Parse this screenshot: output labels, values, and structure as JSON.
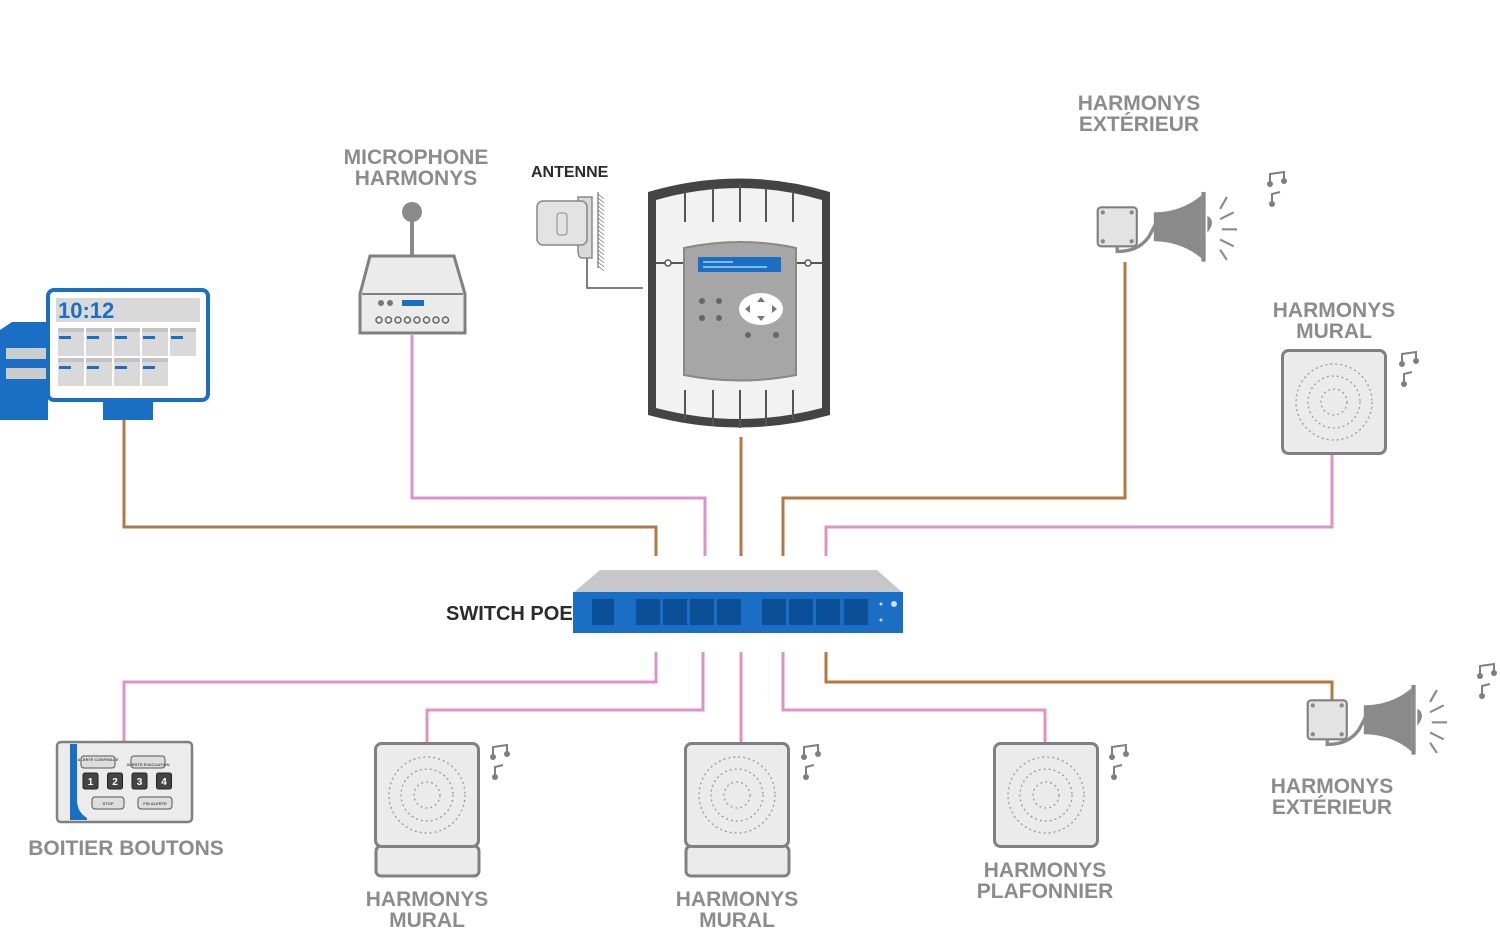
{
  "colors": {
    "ethernet_brown": "#b07a45",
    "ethernet_pink": "#dc94c8",
    "device_blue": "#1a6fc4",
    "device_gray": "#7f7f7f",
    "label_gray": "#8c8c8c"
  },
  "labels": {
    "microphone": [
      "MICROPHONE",
      "HARMONYS"
    ],
    "antenna": "ANTENNE",
    "horn_top": [
      "HARMONYS",
      "EXTÉRIEUR"
    ],
    "mural_right": [
      "HARMONYS",
      "MURAL"
    ],
    "switch": "SWITCH POE",
    "button_box": "BOITIER BOUTONS",
    "mural_1": [
      "HARMONYS",
      "MURAL"
    ],
    "mural_2": [
      "HARMONYS",
      "MURAL"
    ],
    "ceiling": [
      "HARMONYS",
      "PLAFONNIER"
    ],
    "horn_bottom": [
      "HARMONYS",
      "EXTÉRIEUR"
    ]
  },
  "monitor": {
    "clock": "10:12"
  },
  "button_box": {
    "top_buttons": [
      "ALERTE CONFINAGE",
      "ALERTE ÉVACUATION"
    ],
    "numbers": [
      "1",
      "2",
      "3",
      "4"
    ],
    "bottom_buttons": [
      "STOP",
      "FIN ALERTE"
    ]
  }
}
